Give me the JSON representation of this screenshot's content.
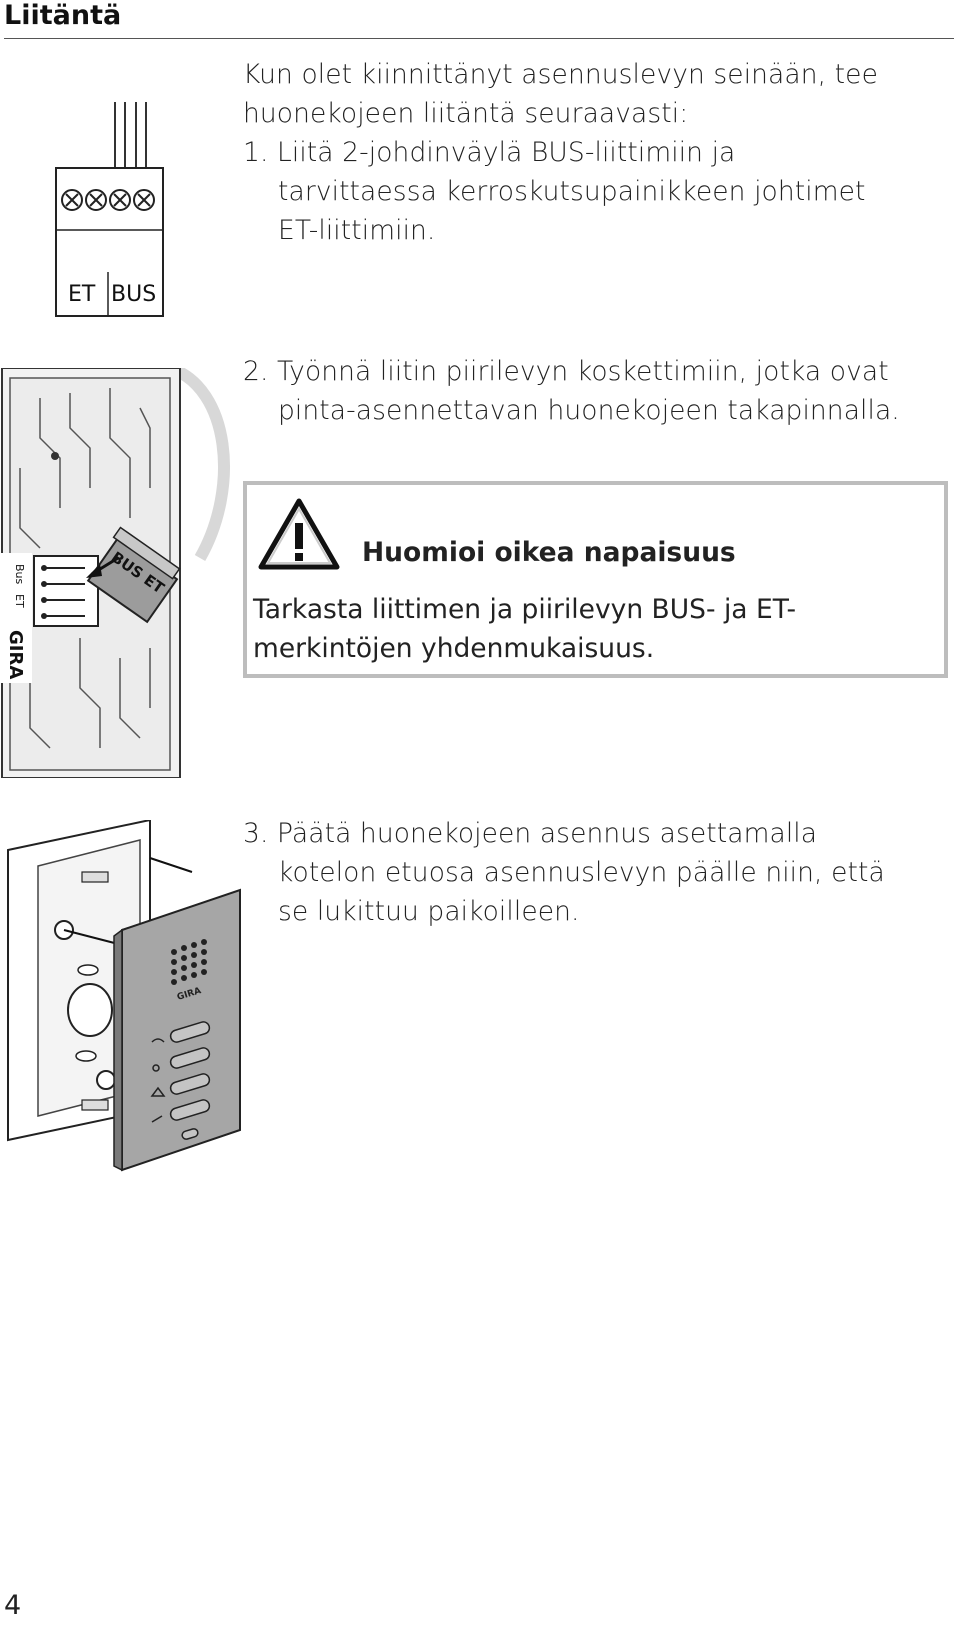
{
  "header": {
    "title": "Liitäntä"
  },
  "intro": {
    "lines": [
      "Kun olet kiinnittänyt asennuslevyn seinään, tee",
      "huonekojeen liitäntä seuraavasti:"
    ]
  },
  "step1": {
    "lines": [
      "1. Liitä 2-johdinväylä BUS-liittimiin ja",
      "tarvittaessa kerroskutsupainikkeen johtimet",
      "ET-liittimiin."
    ]
  },
  "step2": {
    "lines": [
      "2. Työnnä liitin piirilevyn koskettimiin, jotka ovat",
      "pinta-asennettavan huonekojeen takapinnalla."
    ]
  },
  "warning": {
    "title": "Huomioi oikea napaisuus",
    "lines": [
      "Tarkasta liittimen ja piirilevyn BUS- ja ET-",
      "merkintöjen yhdenmukaisuus."
    ],
    "icon": "warning-triangle-icon"
  },
  "step3": {
    "lines": [
      "3. Päätä huonekojeen asennus asettamalla",
      "kotelon etuosa asennuslevyn päälle niin, että",
      "se lukittuu paikoilleen."
    ]
  },
  "figures": {
    "terminal": {
      "label_et": "ET",
      "label_bus": "BUS"
    },
    "board": {
      "connector_label": "BUS ET",
      "side_bus": "Bus",
      "side_et": "ET",
      "brand": "GIRA"
    },
    "device": {
      "brand": "GIRA"
    }
  },
  "footer": {
    "page_number": "4"
  }
}
